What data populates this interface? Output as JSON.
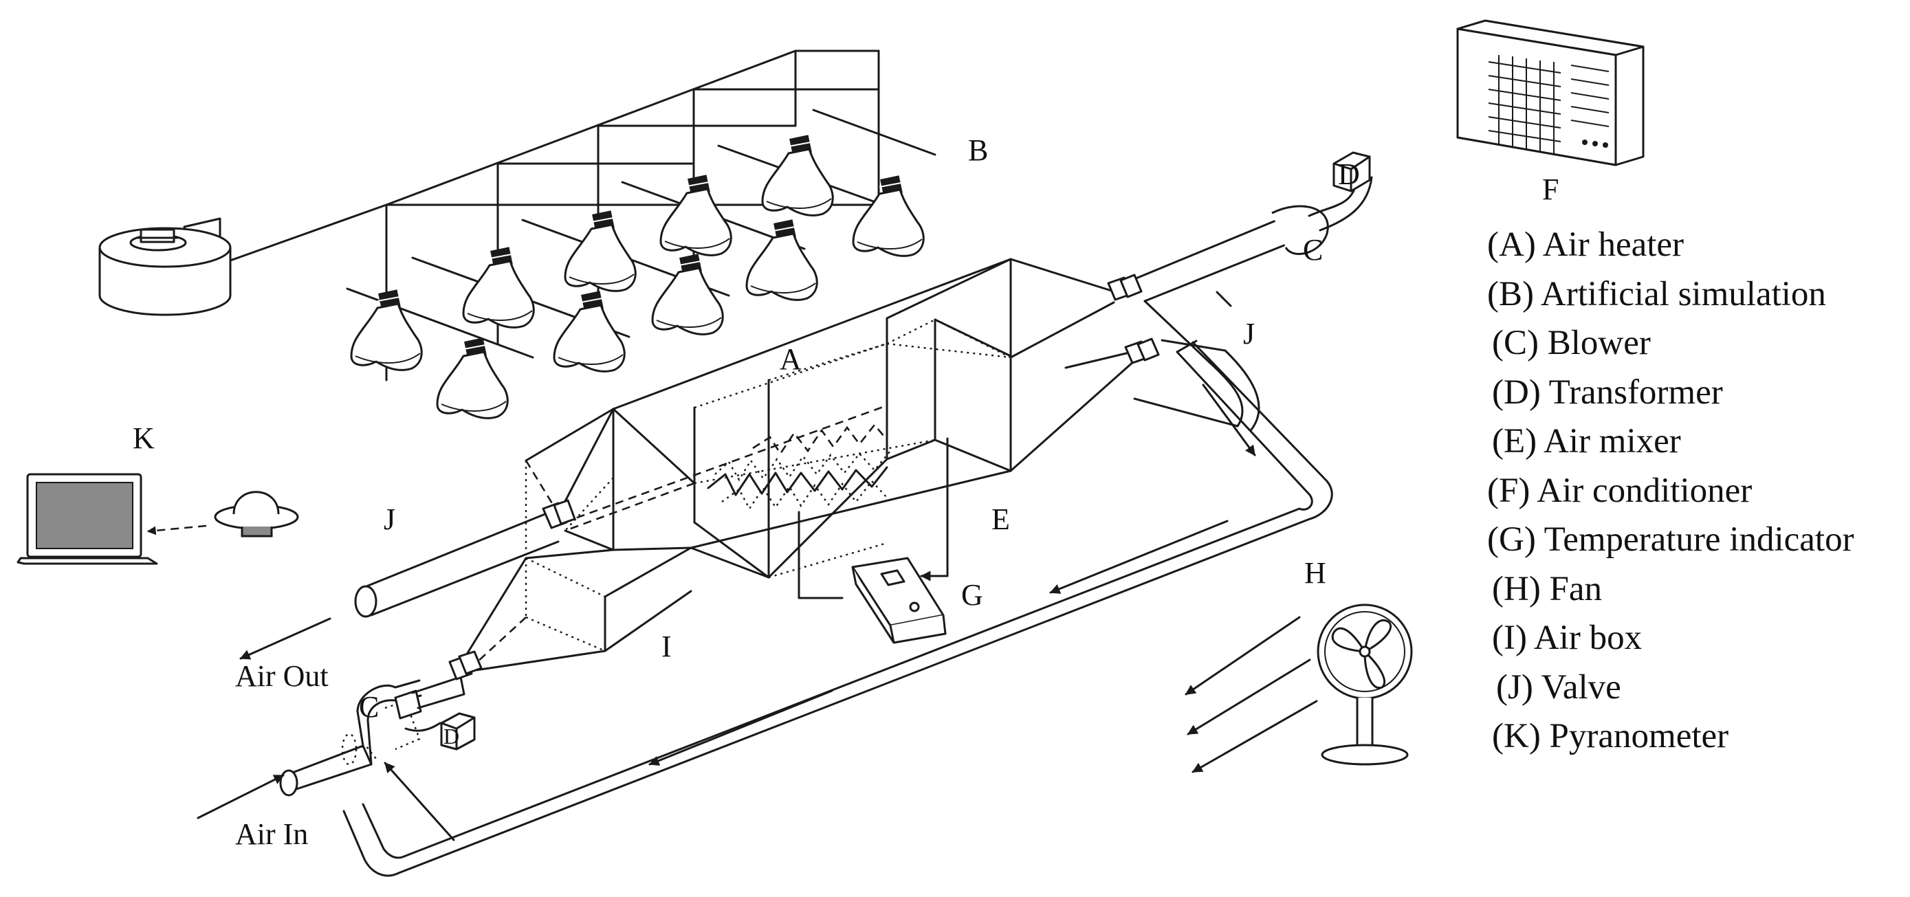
{
  "labels": {
    "A": "A",
    "B": "B",
    "C_right": "C",
    "C_left": "C",
    "D_right": "D",
    "D_left": "D",
    "E": "E",
    "F": "F",
    "G": "G",
    "H": "H",
    "I": "I",
    "J_right": "J",
    "J_left": "J",
    "K": "K"
  },
  "flow": {
    "air_out": "Air Out",
    "air_in": "Air In"
  },
  "legend": [
    "(A) Air heater",
    "(B) Artificial simulation",
    "(C) Blower",
    "(D) Transformer",
    "(E) Air mixer",
    "(F) Air conditioner",
    "(G) Temperature indicator",
    "(H) Fan",
    "(I) Air box",
    "(J) Valve",
    "(K) Pyranometer"
  ],
  "colors": {
    "ink": "#1a1a1a",
    "background": "#ffffff",
    "laptop_screen": "#8a8a8a"
  }
}
